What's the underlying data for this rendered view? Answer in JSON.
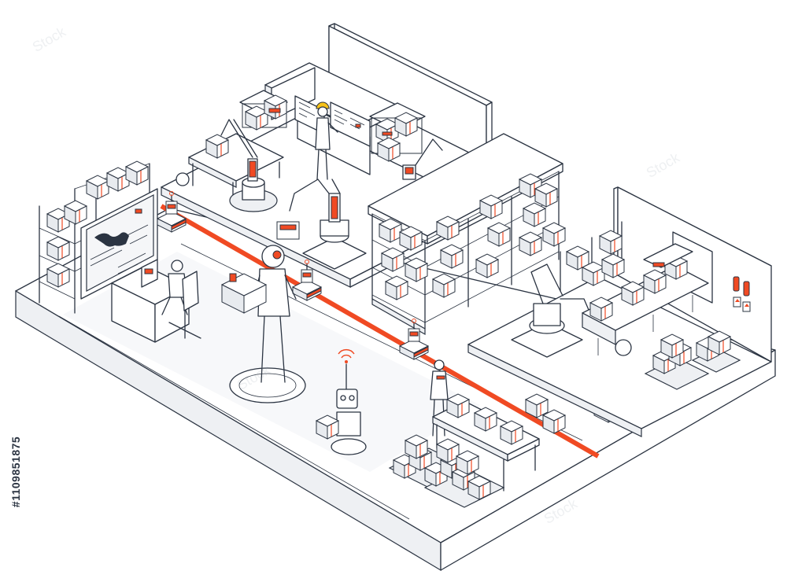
{
  "image": {
    "description_kind": "isometric line-art illustration",
    "palette": {
      "line": "#2b3442",
      "accent": "#f04a23",
      "helmet": "#f6c21a",
      "floor_shade": "#eef0f3",
      "background": "#ffffff"
    }
  },
  "stock_id": {
    "text": "#1109851875"
  },
  "watermark": {
    "text": "Stock"
  }
}
